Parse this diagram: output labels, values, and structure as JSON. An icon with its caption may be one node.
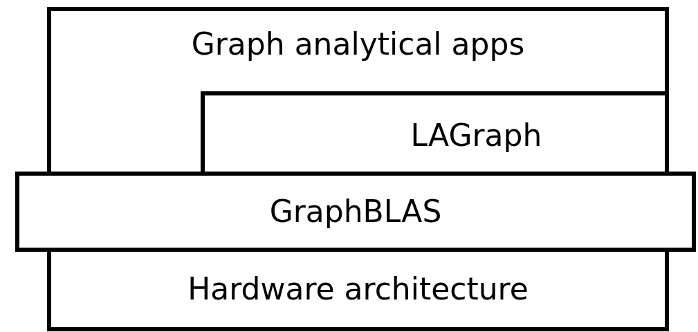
{
  "diagram": {
    "nodes": [
      {
        "text": [
          "Graph analytical apps"
        ]
      },
      {
        "text": [
          "LAGraph"
        ],
        "in": 0
      },
      {
        "text": [
          "GraphBLAS"
        ]
      },
      {
        "text": [
          "Hardware architecture"
        ]
      }
    ]
  }
}
